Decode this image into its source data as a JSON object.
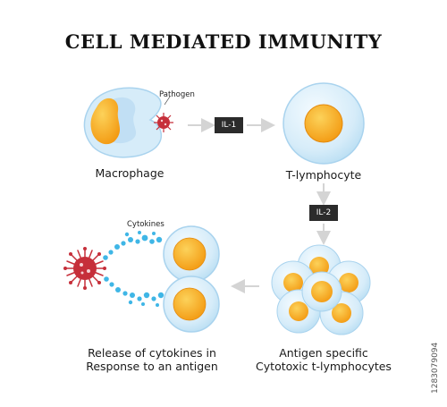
{
  "title": "CELL MEDIATED IMMUNITY",
  "labels": {
    "macrophage": "Macrophage",
    "pathogen": "Pathogen",
    "t_lymphocyte": "T-lymphocyte",
    "cytokines": "Cytokines",
    "release_line1": "Release of cytokines in",
    "release_line2": "Response to an antigen",
    "cytotoxic_line1": "Antigen specific",
    "cytotoxic_line2": "Cytotoxic t-lymphocytes"
  },
  "tags": {
    "il1": "IL-1",
    "il2": "IL-2"
  },
  "watermark_id": "1283079094",
  "colors": {
    "cell_membrane": "#d6ecf9",
    "cell_edge": "#a9d3ee",
    "nucleus": "#f6a91d",
    "nucleus_light": "#fcd25a",
    "pathogen": "#c62f3a",
    "cytokine": "#3fb6e6",
    "arrow": "#d4d4d4",
    "tag_bg": "#2b2b2b"
  }
}
